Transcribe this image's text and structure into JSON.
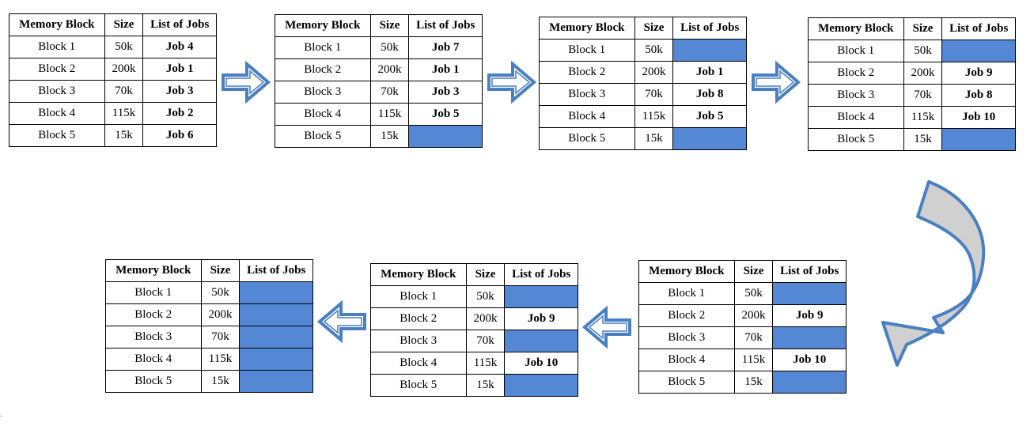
{
  "headers": [
    "Memory Block",
    "Size",
    "List of Jobs"
  ],
  "free_color": "#5588d4",
  "arrow_color": "#4a7fc1",
  "curved_arrow_fill": "#d0d0d0",
  "tables": [
    {
      "rows": [
        {
          "block": "Block 1",
          "size": "50k",
          "job": "Job 4"
        },
        {
          "block": "Block 2",
          "size": "200k",
          "job": "Job 1"
        },
        {
          "block": "Block 3",
          "size": "70k",
          "job": "Job 3"
        },
        {
          "block": "Block 4",
          "size": "115k",
          "job": "Job 2"
        },
        {
          "block": "Block 5",
          "size": "15k",
          "job": "Job 6"
        }
      ]
    },
    {
      "rows": [
        {
          "block": "Block 1",
          "size": "50k",
          "job": "Job 7"
        },
        {
          "block": "Block 2",
          "size": "200k",
          "job": "Job 1"
        },
        {
          "block": "Block 3",
          "size": "70k",
          "job": "Job 3"
        },
        {
          "block": "Block 4",
          "size": "115k",
          "job": "Job 5"
        },
        {
          "block": "Block 5",
          "size": "15k",
          "job": ""
        }
      ]
    },
    {
      "rows": [
        {
          "block": "Block 1",
          "size": "50k",
          "job": ""
        },
        {
          "block": "Block 2",
          "size": "200k",
          "job": "Job 1"
        },
        {
          "block": "Block 3",
          "size": "70k",
          "job": "Job 8"
        },
        {
          "block": "Block 4",
          "size": "115k",
          "job": "Job 5"
        },
        {
          "block": "Block 5",
          "size": "15k",
          "job": ""
        }
      ]
    },
    {
      "rows": [
        {
          "block": "Block 1",
          "size": "50k",
          "job": ""
        },
        {
          "block": "Block 2",
          "size": "200k",
          "job": "Job 9"
        },
        {
          "block": "Block 3",
          "size": "70k",
          "job": "Job 8"
        },
        {
          "block": "Block 4",
          "size": "115k",
          "job": "Job 10"
        },
        {
          "block": "Block 5",
          "size": "15k",
          "job": ""
        }
      ]
    },
    {
      "rows": [
        {
          "block": "Block 1",
          "size": "50k",
          "job": ""
        },
        {
          "block": "Block 2",
          "size": "200k",
          "job": "Job 9"
        },
        {
          "block": "Block 3",
          "size": "70k",
          "job": ""
        },
        {
          "block": "Block 4",
          "size": "115k",
          "job": "Job 10"
        },
        {
          "block": "Block 5",
          "size": "15k",
          "job": ""
        }
      ]
    },
    {
      "rows": [
        {
          "block": "Block 1",
          "size": "50k",
          "job": ""
        },
        {
          "block": "Block 2",
          "size": "200k",
          "job": "Job 9"
        },
        {
          "block": "Block 3",
          "size": "70k",
          "job": ""
        },
        {
          "block": "Block 4",
          "size": "115k",
          "job": "Job 10"
        },
        {
          "block": "Block 5",
          "size": "15k",
          "job": ""
        }
      ]
    },
    {
      "rows": [
        {
          "block": "Block 1",
          "size": "50k",
          "job": ""
        },
        {
          "block": "Block 2",
          "size": "200k",
          "job": ""
        },
        {
          "block": "Block 3",
          "size": "70k",
          "job": ""
        },
        {
          "block": "Block 4",
          "size": "115k",
          "job": ""
        },
        {
          "block": "Block 5",
          "size": "15k",
          "job": ""
        }
      ]
    }
  ]
}
